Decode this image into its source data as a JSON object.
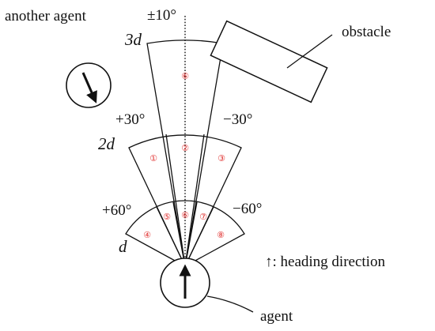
{
  "labels": {
    "another_agent": "another agent",
    "obstacle": "obstacle",
    "agent": "agent",
    "heading_arrow": "↑",
    "heading_text": ": heading direction",
    "dist_3d": "3",
    "dist_2d": "2",
    "dist_d": "d",
    "d_suffix": "d",
    "angle_10": "±10°",
    "angle_p30": "+30°",
    "angle_m30": "−30°",
    "angle_p60": "+60°",
    "angle_m60": "−60°"
  },
  "sector_numbers": [
    "①",
    "②",
    "③",
    "④",
    "⑤",
    "⑥",
    "⑦",
    "⑧",
    "⑥"
  ],
  "colors": {
    "line": "#111111",
    "sector_number": "#e0302f",
    "background": "#ffffff"
  },
  "icons": {
    "agent_heading": "arrow-up-icon",
    "other_agent_heading": "arrow-down-right-icon"
  }
}
